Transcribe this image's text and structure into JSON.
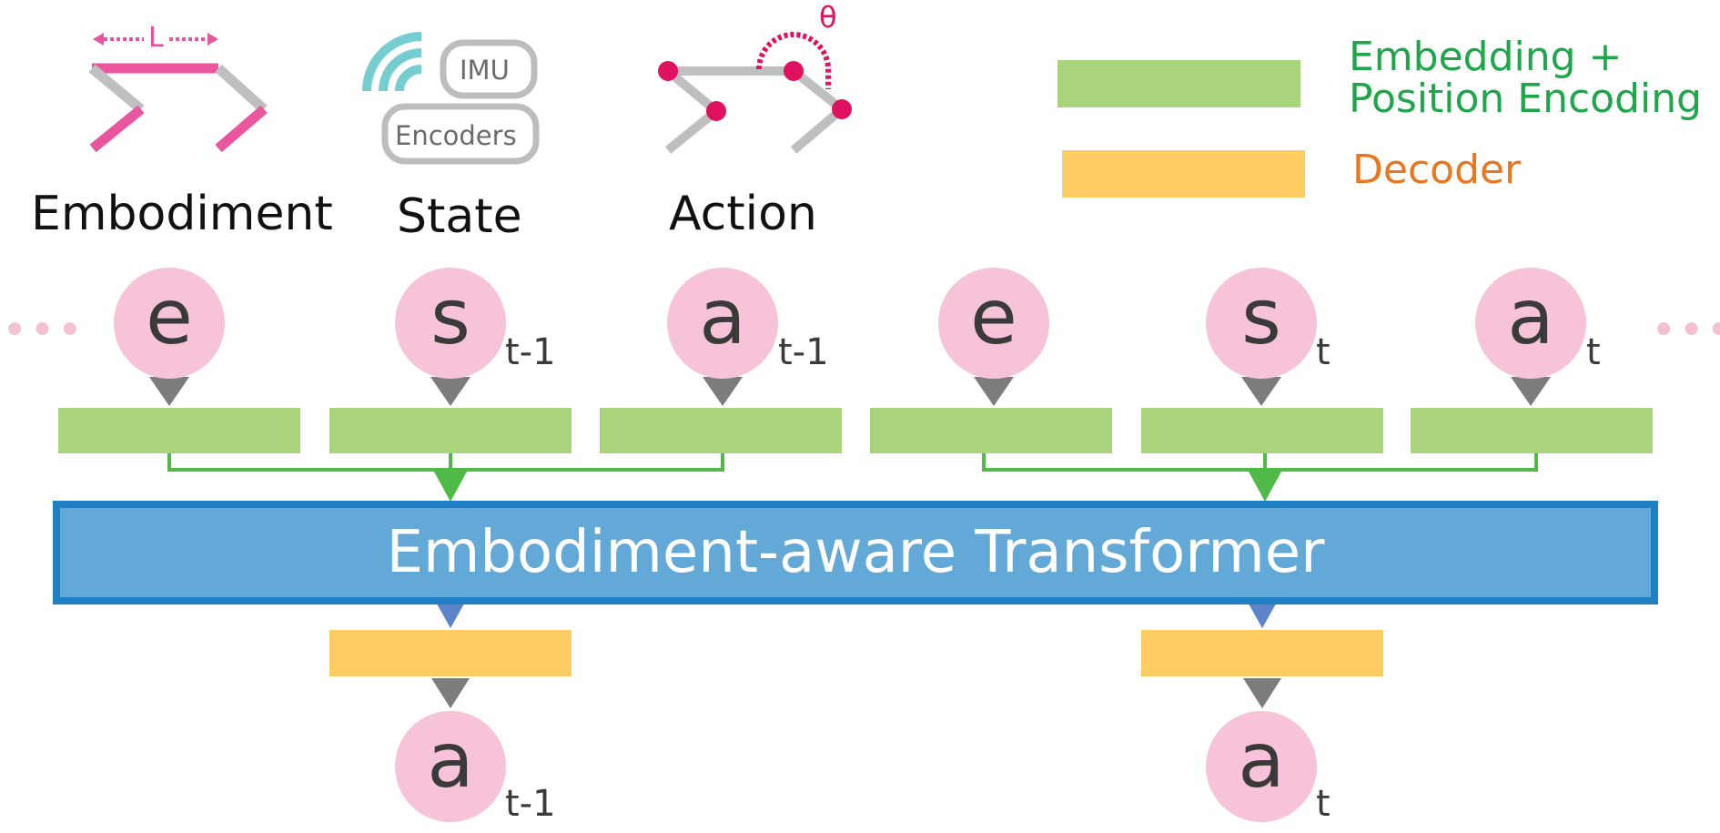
{
  "titles": {
    "embodiment": "Embodiment",
    "state": "State",
    "action": "Action"
  },
  "icons": {
    "length_label": "L",
    "imu_label": "IMU",
    "encoders_label": "Encoders",
    "angle_label": "θ"
  },
  "legend": {
    "embedding_line1": "Embedding +",
    "embedding_line2": "Position Encoding",
    "decoder": "Decoder",
    "embedding_color": "#a9d47c",
    "decoder_color": "#fdcd63",
    "embedding_text_color": "#1fa64a",
    "decoder_text_color": "#e87722"
  },
  "ellipsis": "•••",
  "inputs": [
    {
      "letter": "e",
      "sub": ""
    },
    {
      "letter": "s",
      "sub": "t-1"
    },
    {
      "letter": "a",
      "sub": "t-1"
    },
    {
      "letter": "e",
      "sub": ""
    },
    {
      "letter": "s",
      "sub": "t"
    },
    {
      "letter": "a",
      "sub": "t"
    }
  ],
  "transformer": {
    "label": "Embodiment-aware Transformer",
    "fill": "#63a9d8",
    "border": "#1f81c4"
  },
  "outputs": [
    {
      "letter": "a",
      "sub": "t-1"
    },
    {
      "letter": "a",
      "sub": "t"
    }
  ]
}
